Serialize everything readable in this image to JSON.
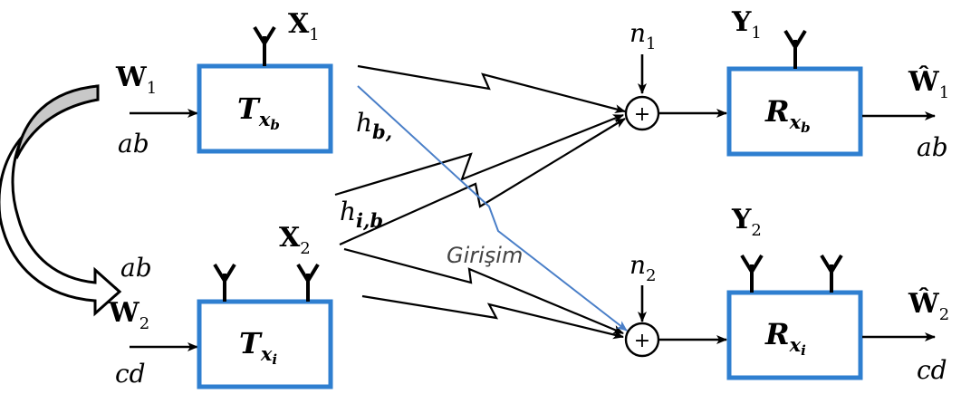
{
  "inputs": {
    "w1": "W",
    "w1_sub": "1",
    "w1_msg": "ab",
    "w2": "W",
    "w2_sub": "2",
    "w2_msg": "cd",
    "w2_shared": "ab"
  },
  "transmitters": {
    "tb": "T",
    "tb_sub": "x",
    "tb_sub2": "b",
    "ti": "T",
    "ti_sub": "x",
    "ti_sub2": "i",
    "x1": "X",
    "x1_sub": "1",
    "x2": "X",
    "x2_sub": "2"
  },
  "channels": {
    "hb": "h",
    "hb_sub": "b,",
    "hi": "h",
    "hi_sub": "i,b",
    "interference": "Girişim"
  },
  "noise": {
    "n1": "n",
    "n1_sub": "1",
    "n2": "n",
    "n2_sub": "2",
    "adder_symbol": "+"
  },
  "receivers": {
    "rb": "R",
    "rb_sub": "x",
    "rb_sub2": "b",
    "ri": "R",
    "ri_sub": "x",
    "ri_sub2": "i",
    "y1": "Y",
    "y1_sub": "1",
    "y2": "Y",
    "y2_sub": "2"
  },
  "outputs": {
    "w1hat": "Ŵ",
    "w1hat_sub": "1",
    "w1hat_msg": "ab",
    "w2hat": "Ŵ",
    "w2hat_sub": "2",
    "w2hat_msg": "cd"
  },
  "colors": {
    "box_stroke": "#2f7fd0",
    "interference_line": "#4a7fc8",
    "curved_arrow_fill": "#c8c8c8"
  }
}
